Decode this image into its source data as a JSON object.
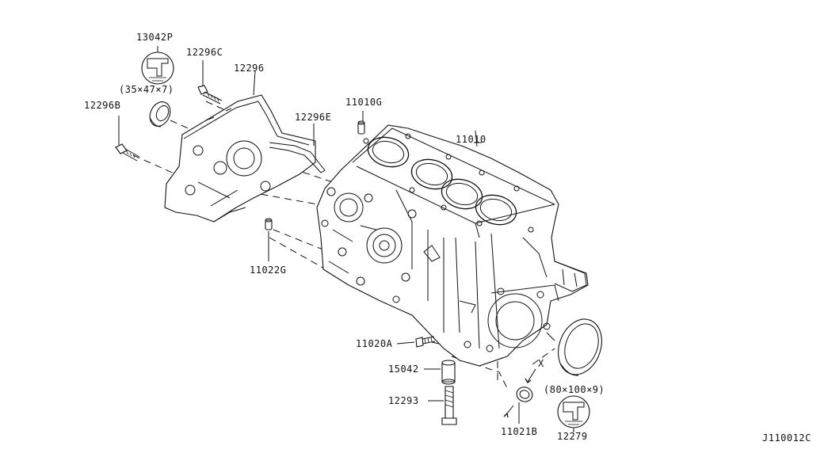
{
  "diagram_id": "J110012C",
  "labels": {
    "p13042p": "13042P",
    "p12296c": "12296C",
    "p12296": "12296",
    "p12296b": "12296B",
    "p12296e": "12296E",
    "p11010g": "11010G",
    "p11010": "11010",
    "p11022g": "11022G",
    "p11020a": "11020A",
    "p15042": "15042",
    "p12293": "12293",
    "p11021b": "11021B",
    "p12279": "12279",
    "x_mark": "X"
  },
  "dimensions": {
    "seal_front": "(35×47×7)",
    "seal_rear": "(80×100×9)"
  }
}
